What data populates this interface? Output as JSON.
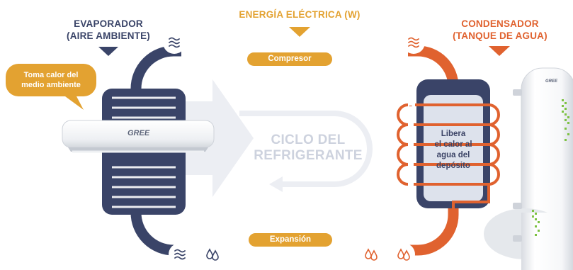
{
  "headings": {
    "evaporator": {
      "line1": "EVAPORADOR",
      "line2": "(AIRE AMBIENTE)"
    },
    "energy": "ENERGÍA ELÉCTRICA (W)",
    "condenser": {
      "line1": "CONDENSADOR",
      "line2": "(TANQUE DE AGUA)"
    }
  },
  "labels": {
    "compressor": "Compresor",
    "expansion": "Expansión"
  },
  "bubble": {
    "line1": "Toma calor del",
    "line2": "medio ambiente"
  },
  "cycle": {
    "line1": "CICLO DEL",
    "line2": "REFRIGERANTE"
  },
  "tank": {
    "line1": "Libera",
    "line2": "el calor al",
    "line3": "agua del",
    "line4": "depósito"
  },
  "brand": "GREE",
  "icons": {
    "air_top_left": "air-wave-icon",
    "air_top_right": "air-wave-icon",
    "air_bottom_left": "air-wave-icon",
    "drop_bottom_left": "water-drop-icon",
    "drops_bottom_right": "water-drop-icon"
  },
  "colors": {
    "navy": "#3a4468",
    "orange": "#e0622f",
    "gold": "#e3a231",
    "light_arrow": "#eceef3",
    "cycle_text": "#cdd2de",
    "tank_fill": "#dde2ec"
  }
}
